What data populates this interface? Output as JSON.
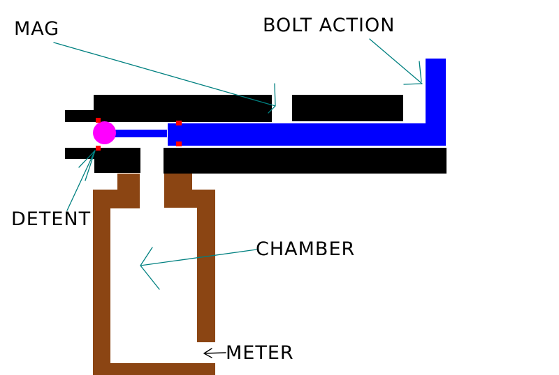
{
  "labels": {
    "mag": "MAG",
    "bolt_action": "BOLT ACTION",
    "detent": "DETENT",
    "chamber": "CHAMBER",
    "meter": "METER"
  },
  "colors": {
    "background": "#ffffff",
    "ink": "#000000",
    "bolt_blue": "#0000ff",
    "ball_magenta": "#ff00ff",
    "detent_red": "#ff0000",
    "chamber_brown": "#8b4513",
    "arrow_teal": "#008080"
  },
  "diagram": {
    "type": "annotated hand-drawn schematic",
    "annotations": [
      {
        "label": "MAG",
        "target": "feed-gap-between-receiver-bars"
      },
      {
        "label": "BOLT ACTION",
        "target": "bolt-handle"
      },
      {
        "label": "DETENT",
        "target": "detent-dot-lower-left"
      },
      {
        "label": "CHAMBER",
        "target": "chamber-interior"
      },
      {
        "label": "METER",
        "target": "meter-port-gap"
      }
    ]
  }
}
